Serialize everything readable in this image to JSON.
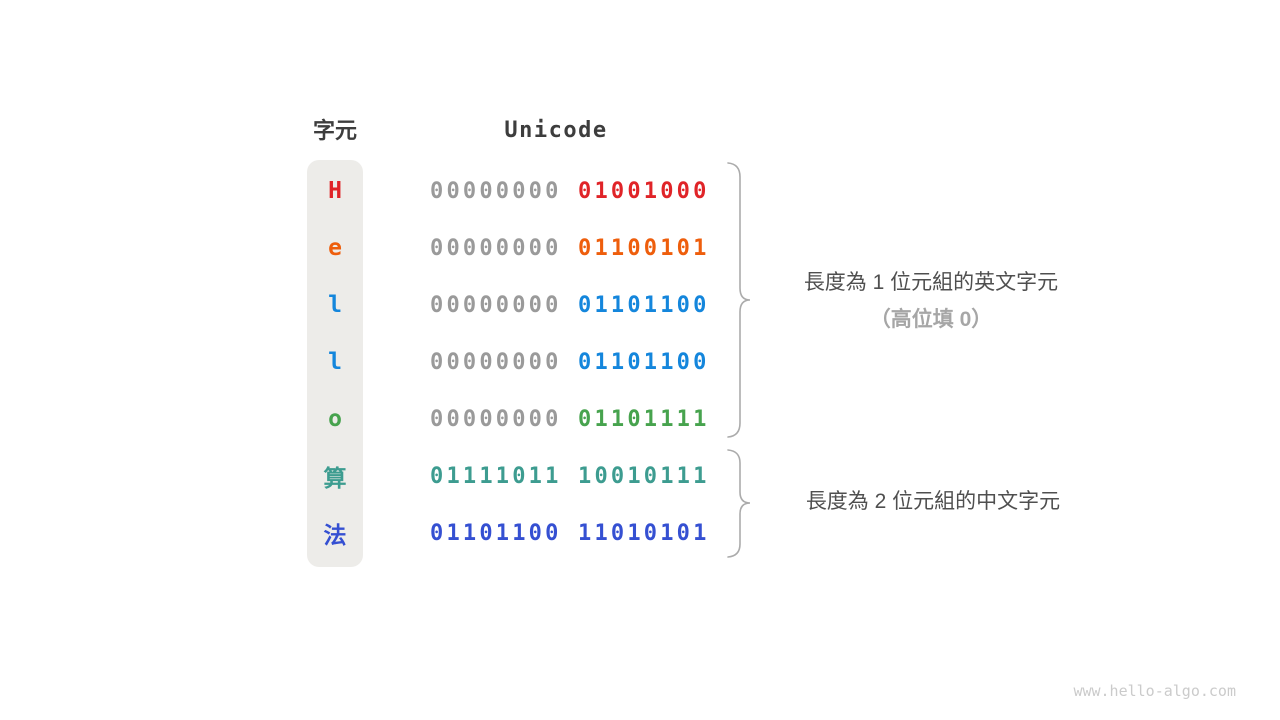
{
  "header": {
    "char_col": "字元",
    "unicode_col": "Unicode"
  },
  "table": {
    "rows": [
      {
        "char": "H",
        "char_color": "#e02428",
        "byte1": "00000000",
        "byte1_color": "#9a9a9a",
        "byte2": "01001000",
        "byte2_color": "#e02428"
      },
      {
        "char": "e",
        "char_color": "#ee5e0c",
        "byte1": "00000000",
        "byte1_color": "#9a9a9a",
        "byte2": "01100101",
        "byte2_color": "#ee5e0c"
      },
      {
        "char": "l",
        "char_color": "#1486dc",
        "byte1": "00000000",
        "byte1_color": "#9a9a9a",
        "byte2": "01101100",
        "byte2_color": "#1486dc"
      },
      {
        "char": "l",
        "char_color": "#1486dc",
        "byte1": "00000000",
        "byte1_color": "#9a9a9a",
        "byte2": "01101100",
        "byte2_color": "#1486dc"
      },
      {
        "char": "o",
        "char_color": "#47a34e",
        "byte1": "00000000",
        "byte1_color": "#9a9a9a",
        "byte2": "01101111",
        "byte2_color": "#47a34e"
      },
      {
        "char": "算",
        "char_color": "#3d9c90",
        "byte1": "01111011",
        "byte1_color": "#3d9c90",
        "byte2": "10010111",
        "byte2_color": "#3d9c90"
      },
      {
        "char": "法",
        "char_color": "#3550d2",
        "byte1": "01101100",
        "byte1_color": "#3550d2",
        "byte2": "11010101",
        "byte2_color": "#3550d2"
      }
    ]
  },
  "annotations": {
    "english_group": {
      "line1": "長度為 1 位元組的英文字元",
      "line2": "（高位填 0）"
    },
    "chinese_group": {
      "line1": "長度為 2 位元組的中文字元"
    }
  },
  "colors": {
    "brace": "#ababab",
    "column_bg": "#edece9",
    "header_text": "#3d3d3d",
    "label_text": "#4f4f4f",
    "label_sub_text": "#a6a6a6",
    "padding_zero_gray": "#9a9a9a"
  },
  "watermark": "www.hello-algo.com"
}
